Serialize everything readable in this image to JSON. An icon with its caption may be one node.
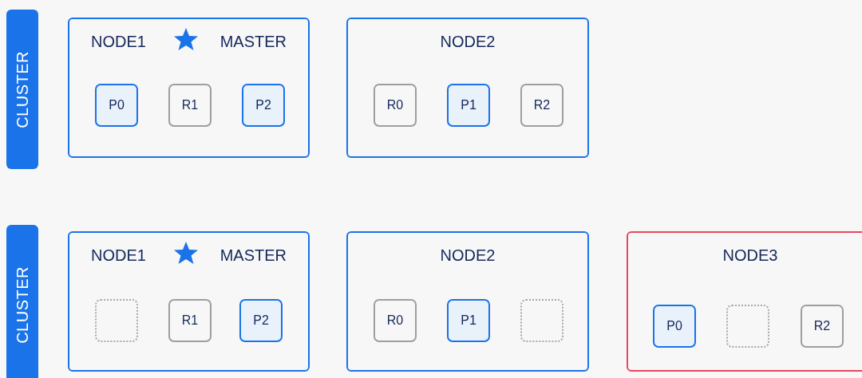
{
  "diagram": {
    "nodes": [
      {
        "text": [
          "CLUSTER"
        ]
      },
      {
        "text": [
          "NODE1",
          "MASTER"
        ]
      },
      {
        "text": [
          "P0"
        ],
        "in": 1
      },
      {
        "text": [
          "R1"
        ],
        "in": 1
      },
      {
        "text": [
          "P2"
        ],
        "in": 1
      },
      {
        "text": [
          "NODE2"
        ]
      },
      {
        "text": [
          "R0"
        ],
        "in": 5
      },
      {
        "text": [
          "P1"
        ],
        "in": 5
      },
      {
        "text": [
          "R2"
        ],
        "in": 5
      },
      {
        "text": [
          "CLUSTER"
        ]
      },
      {
        "text": [
          "NODE1",
          "MASTER"
        ]
      },
      {
        "text": [],
        "shape": "box",
        "in": 10
      },
      {
        "text": [
          "R1"
        ],
        "in": 10
      },
      {
        "text": [
          "P2"
        ],
        "in": 10
      },
      {
        "text": [
          "NODE2"
        ]
      },
      {
        "text": [
          "R0"
        ],
        "in": 14
      },
      {
        "text": [
          "P1"
        ],
        "in": 14
      },
      {
        "text": [],
        "shape": "box",
        "in": 14
      },
      {
        "text": [
          "NODE3"
        ]
      },
      {
        "text": [
          "P0"
        ],
        "in": 18
      },
      {
        "text": [],
        "shape": "box",
        "in": 18
      },
      {
        "text": [
          "R2"
        ],
        "in": 18
      }
    ],
    "edges": []
  }
}
